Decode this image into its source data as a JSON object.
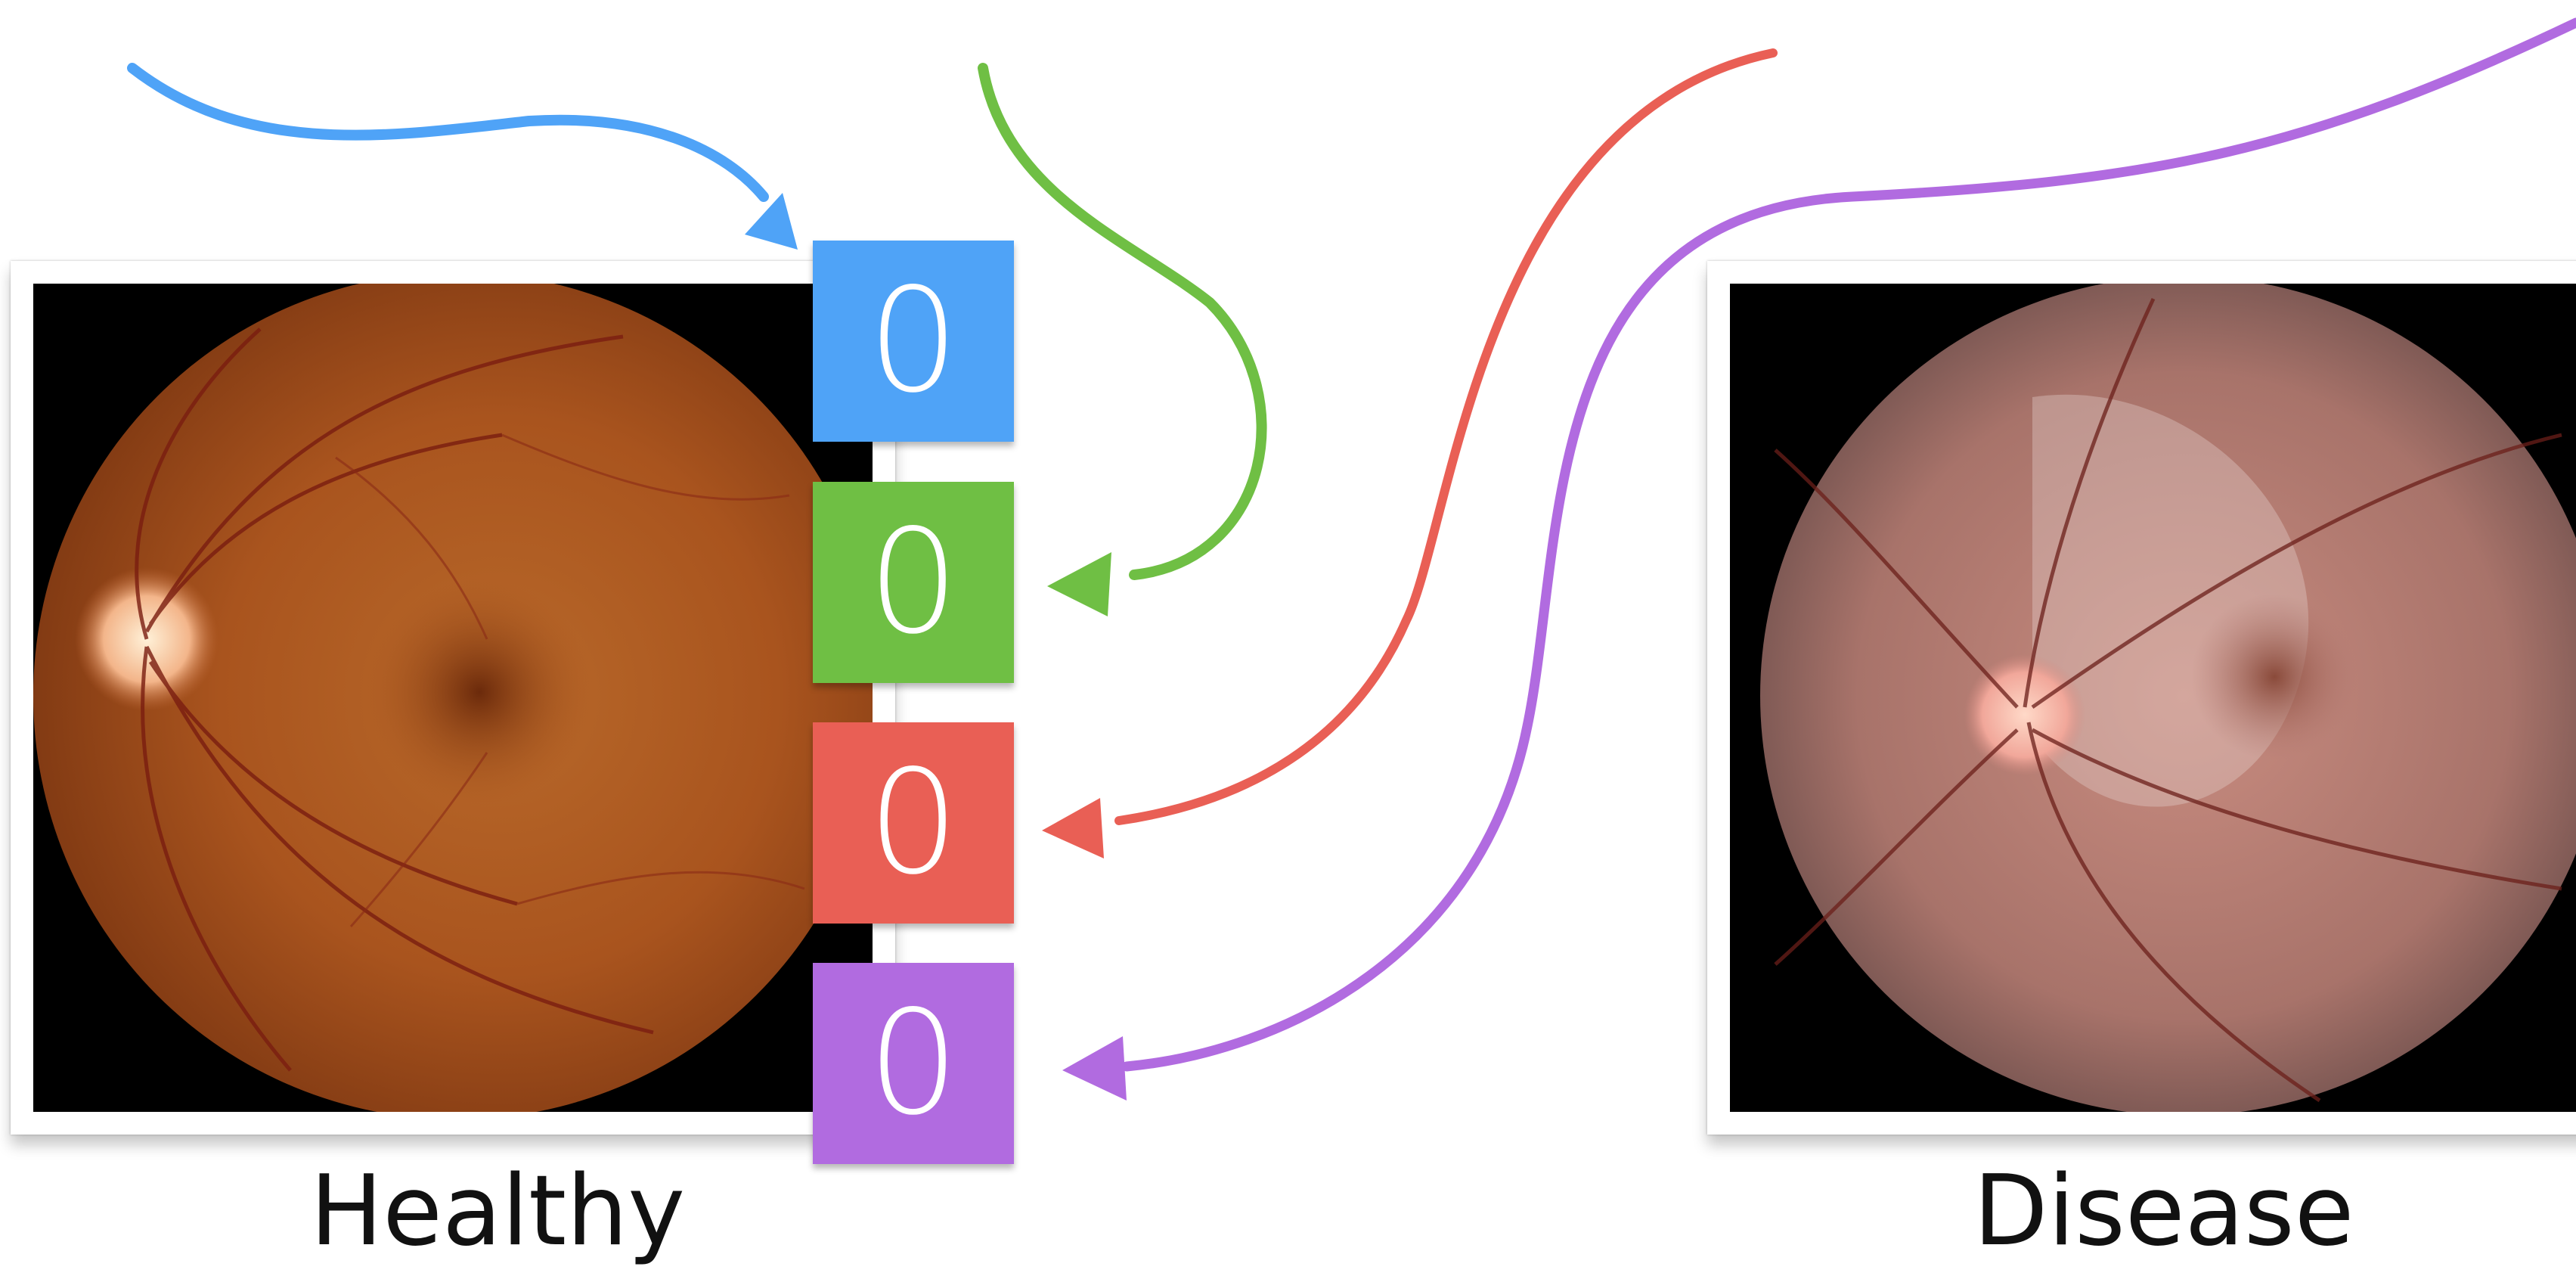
{
  "labels": {
    "healthy": "Healthy",
    "disease": "Disease"
  },
  "latent_code": [
    {
      "value": "0",
      "color": "#4fa3f7"
    },
    {
      "value": "0",
      "color": "#6fbf44"
    },
    {
      "value": "0",
      "color": "#e95f55"
    },
    {
      "value": "0",
      "color": "#b16be0"
    }
  ],
  "arrow_colors": [
    "#4fa3f7",
    "#6fbf44",
    "#e95f55",
    "#b16be0"
  ],
  "images": {
    "healthy": "retina-fundus-healthy",
    "disease": "retina-fundus-disease"
  }
}
